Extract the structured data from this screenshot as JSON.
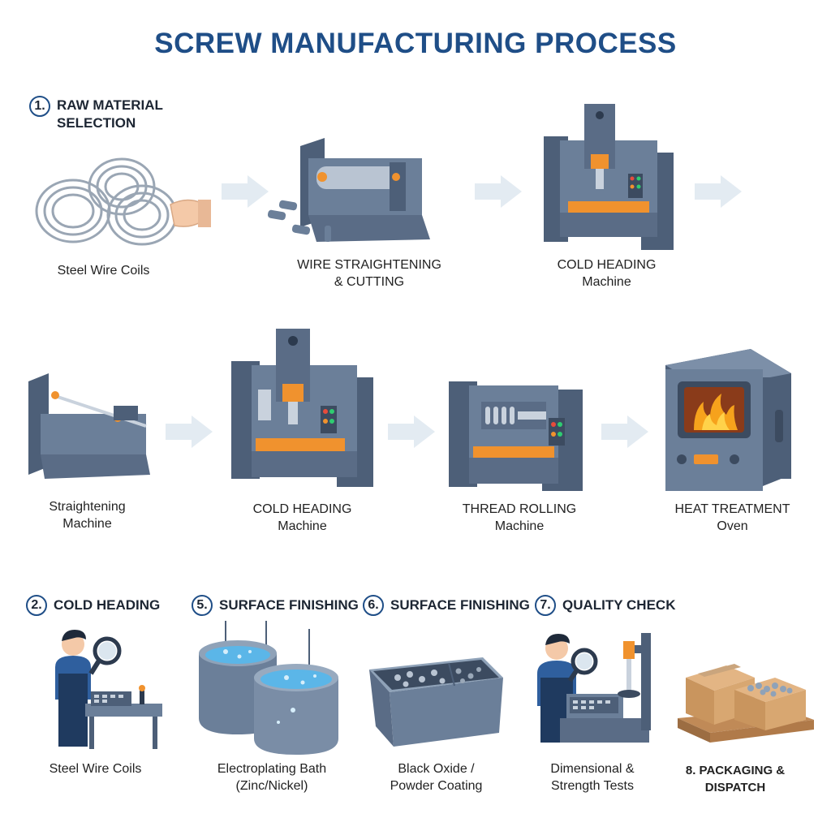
{
  "title": "SCREW MANUFACTURING PROCESS",
  "steps": {
    "s1": {
      "num": "1.",
      "label": "RAW MATERIAL\nSELECTION"
    },
    "s2": {
      "num": "2.",
      "label": "COLD HEADING"
    },
    "s5": {
      "num": "5.",
      "label": "SURFACE FINISHING"
    },
    "s6": {
      "num": "6.",
      "label": "SURFACE FINISHING"
    },
    "s7": {
      "num": "7.",
      "label": "QUALITY CHECK"
    }
  },
  "captions": {
    "coils": "Steel Wire Coils",
    "straight_cut": "WIRE STRAIGHTENING\n& CUTTING",
    "cold_heading_1": "COLD HEADING\nMachine",
    "straightening": "Straightening\nMachine",
    "cold_heading_2": "COLD HEADING\nMachine",
    "thread_rolling": "THREAD ROLLING\nMachine",
    "heat_treatment": "HEAT TREATMENT\nOven",
    "coils_2": "Steel Wire Coils",
    "electroplating": "Electroplating Bath\n(Zinc/Nickel)",
    "black_oxide": "Black Oxide /\nPowder Coating",
    "tests": "Dimensional &\nStrength Tests",
    "packaging": "8. PACKAGING & DISPATCH"
  },
  "colors": {
    "title": "#1f4e87",
    "machine": "#6b7f99",
    "machine_dark": "#4d5f78",
    "accent_orange": "#f0922e",
    "arrow": "#e3ebf2"
  }
}
